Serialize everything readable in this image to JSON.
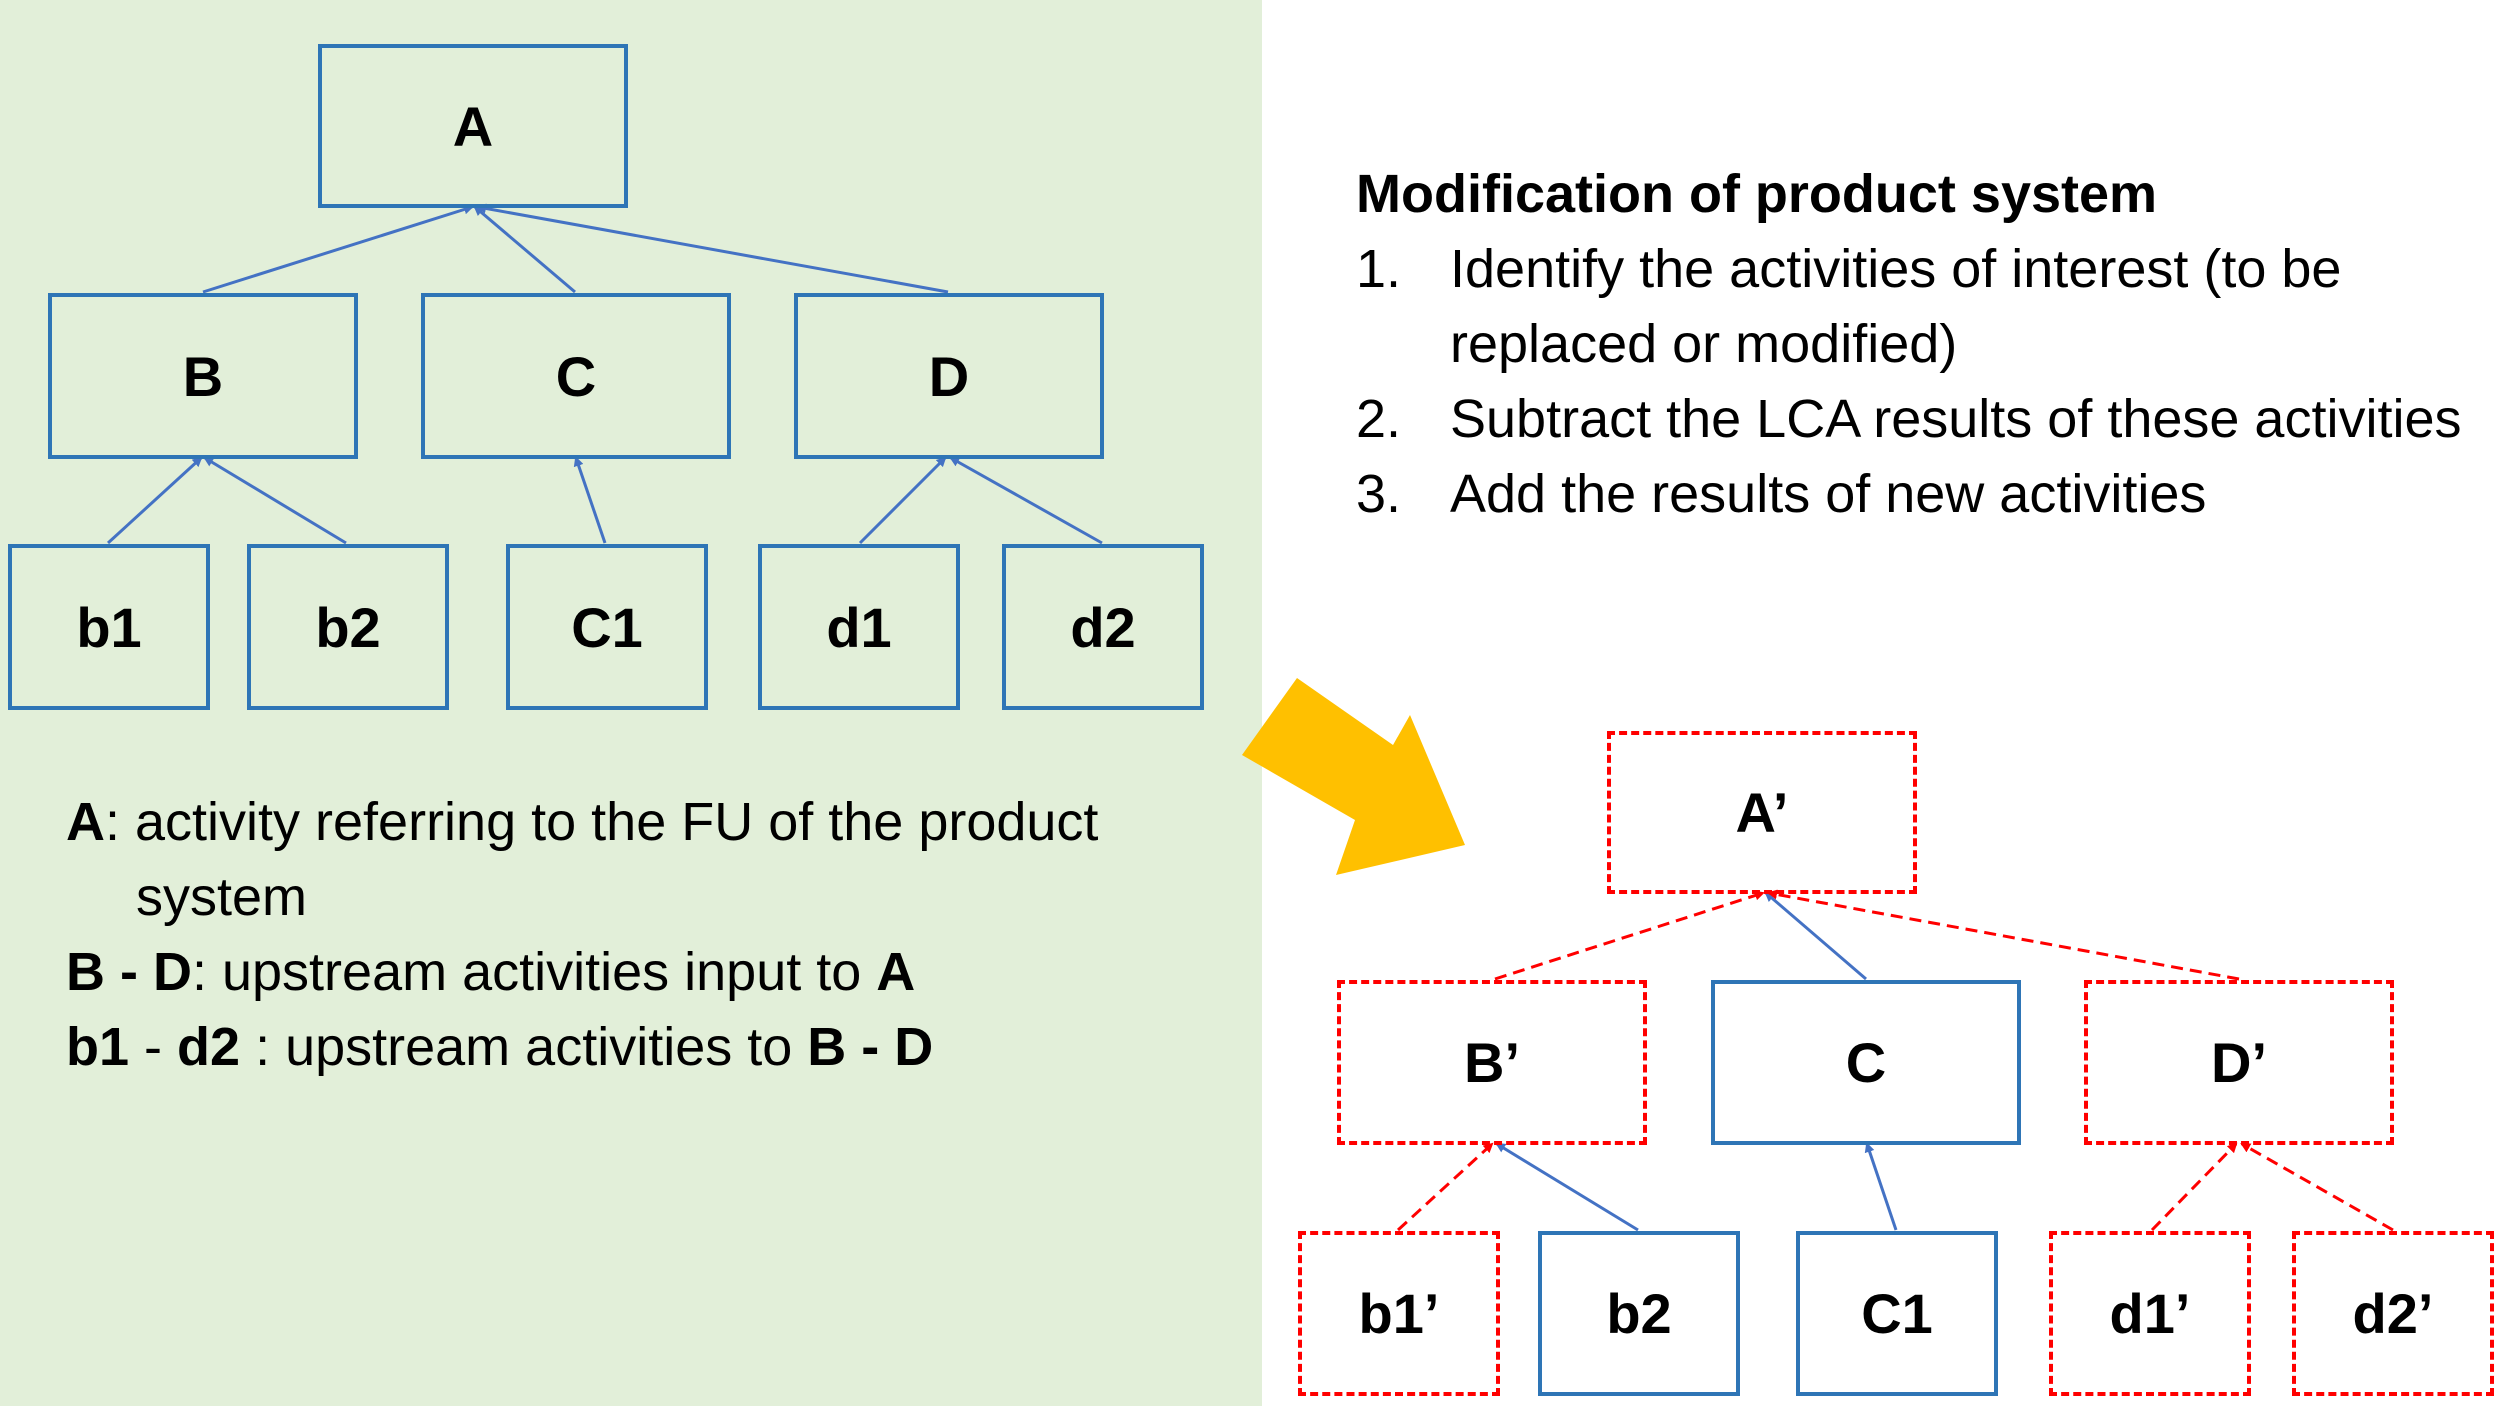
{
  "left_tree": {
    "nodes": {
      "A": "A",
      "B": "B",
      "C": "C",
      "D": "D",
      "b1": "b1",
      "b2": "b2",
      "C1": "C1",
      "d1": "d1",
      "d2": "d2"
    }
  },
  "legend": {
    "line1_key": "A",
    "line1_text": ": activity referring to the FU of the product system",
    "line2_key1": "B - D",
    "line2_text": ": upstream activities input to ",
    "line2_key2": "A",
    "line3_key1": "b1",
    "line3_sep": " - ",
    "line3_key2": "d2",
    "line3_text": " : upstream activities to ",
    "line3_key3": "B - D"
  },
  "modification": {
    "title": "Modification of product system",
    "steps": [
      {
        "num": "1.",
        "text": "Identify the activities of interest (to be replaced or modified)"
      },
      {
        "num": "2.",
        "text": "Subtract the LCA results of these activities"
      },
      {
        "num": "3.",
        "text": "Add the results of new activities"
      }
    ]
  },
  "right_tree": {
    "nodes": {
      "A": "A’",
      "B": "B’",
      "C": "C",
      "D": "D’",
      "b1": "b1’",
      "b2": "b2",
      "C1": "C1",
      "d1": "d1’",
      "d2": "d2’"
    }
  },
  "colors": {
    "left_panel_bg": "#e2efd9",
    "original_box": "#2e75b6",
    "modified_box": "#ff0000",
    "arrow": "#ffc000"
  }
}
